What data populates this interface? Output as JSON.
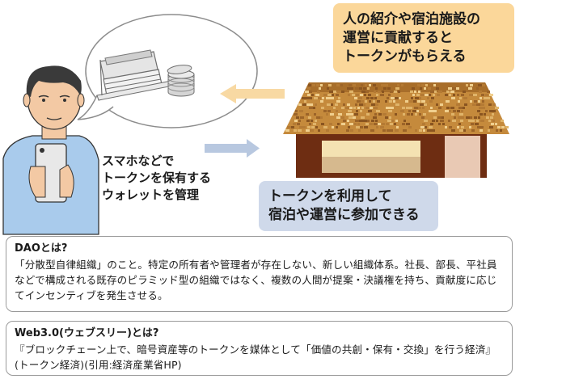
{
  "callouts": {
    "top": [
      "人の紹介や宿泊施設の",
      "運営に貢献すると",
      "トークンがもらえる"
    ],
    "bottom": [
      "トークンを利用して",
      "宿泊や運営に参加できる"
    ]
  },
  "wallet_text": [
    "スマホなどで",
    "トークンを保有する",
    "ウォレットを管理"
  ],
  "dao": {
    "title": "DAOとは?",
    "body": "「分散型自律組織」のこと。特定の所有者や管理者が存在しない、新しい組織体系。社長、部長、平社員などで構成される既存のピラミッド型の組織ではなく、複数の人間が提案・決議権を持ち、貢献度に応じてインセンティブを発生させる。"
  },
  "web3": {
    "title": "Web3.0(ウェブスリー)とは?",
    "body": "『ブロックチェーン上で、暗号資産等のトークンを媒体として「価値の共創・保有・交換」を行う経済』(トークン経済)(引用:経済産業省HP)"
  },
  "colors": {
    "callout_orange": "#fbd79a",
    "callout_blue": "#cfd9ea",
    "arrow_orange": "#f8d9a3",
    "arrow_blue": "#b8c8e0",
    "shirt": "#a9cbec",
    "roof": "#c58a3c",
    "wall": "#6e2d12"
  }
}
